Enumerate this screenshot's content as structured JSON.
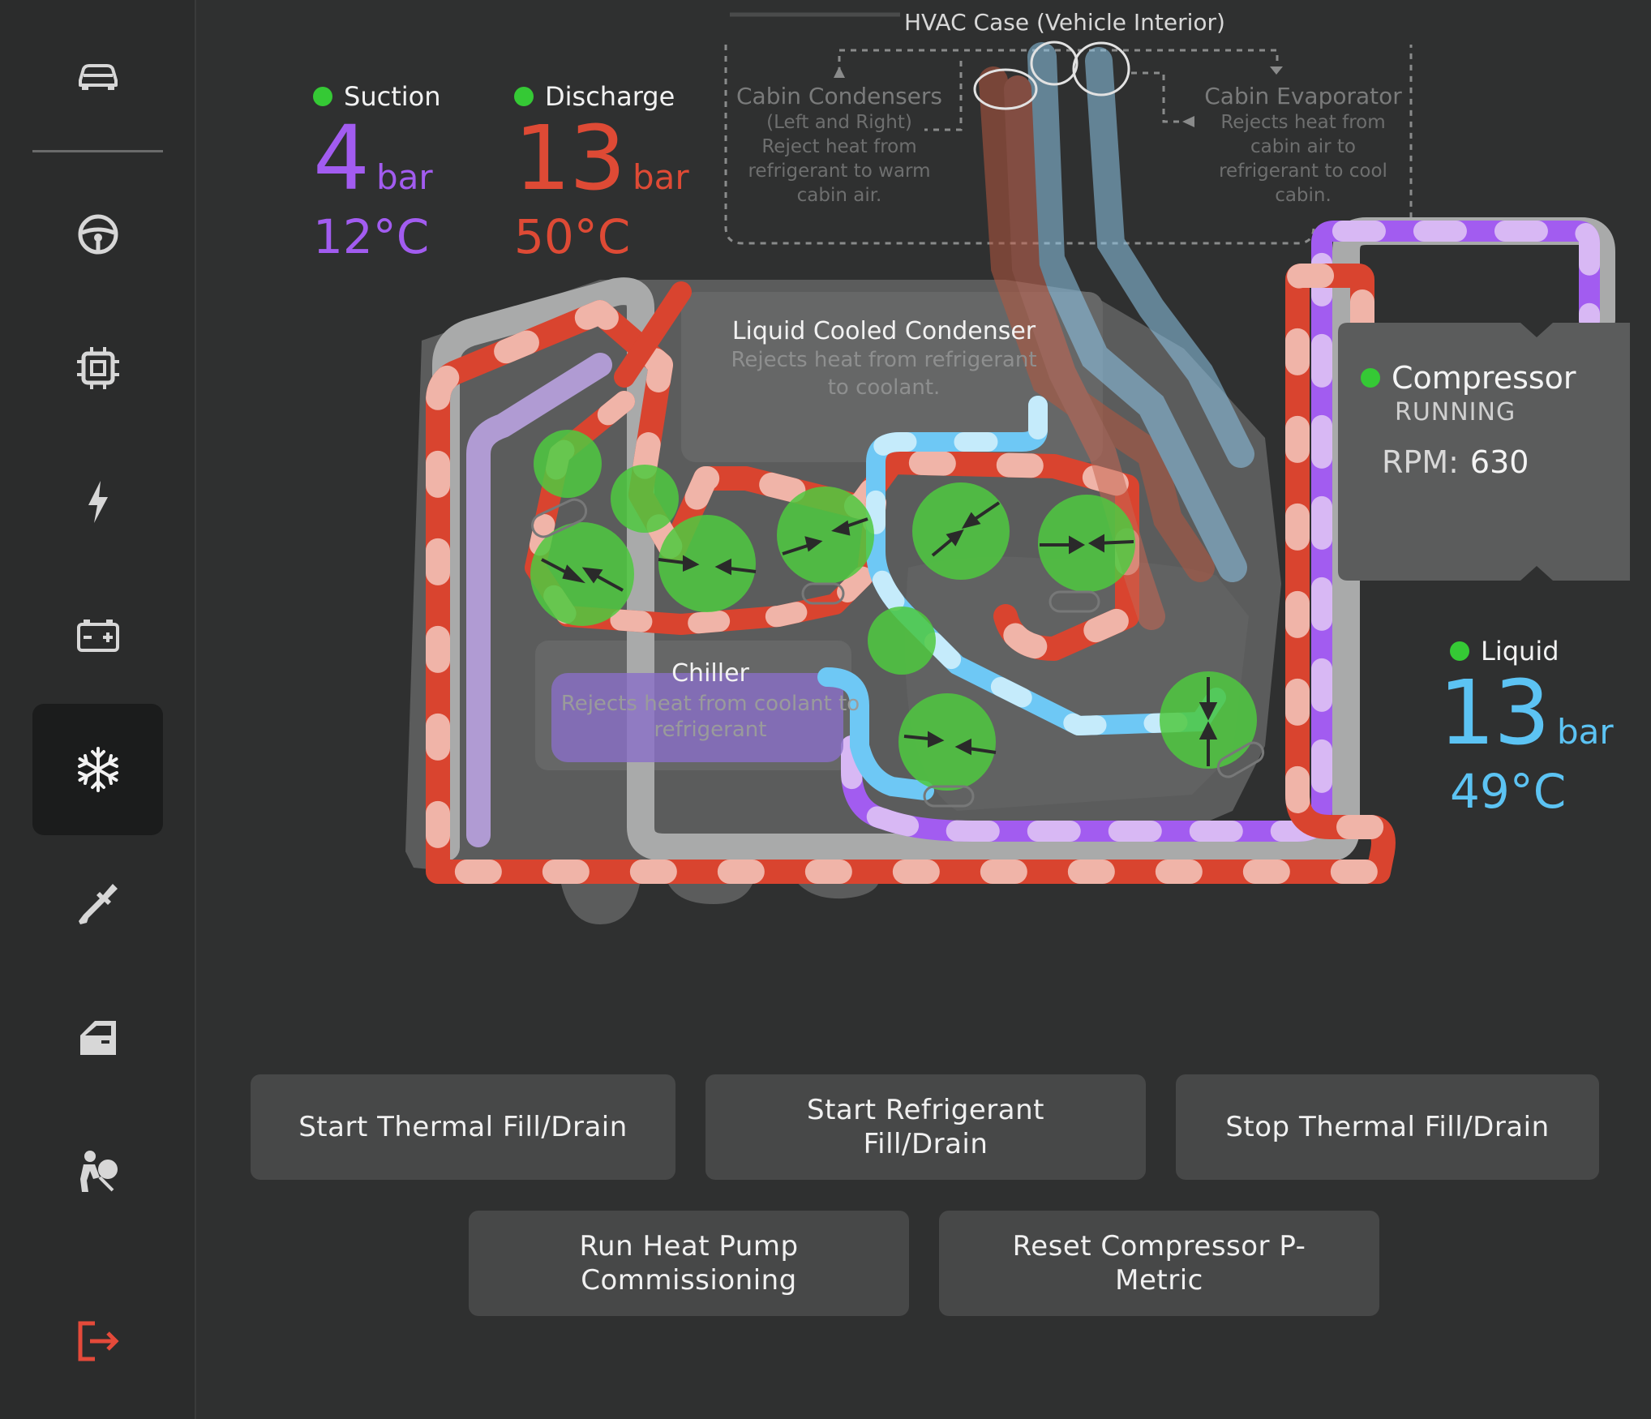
{
  "sidebar": {
    "items": [
      {
        "icon": "car-icon",
        "active": false
      },
      {
        "icon": "steering-wheel-icon",
        "active": false
      },
      {
        "icon": "chip-icon",
        "active": false
      },
      {
        "icon": "lightning-icon",
        "active": false
      },
      {
        "icon": "battery-icon",
        "active": false
      },
      {
        "icon": "snowflake-icon",
        "active": true
      },
      {
        "icon": "wrench-icon",
        "active": false
      },
      {
        "icon": "door-icon",
        "active": false
      },
      {
        "icon": "airbag-icon",
        "active": false
      },
      {
        "icon": "exit-icon",
        "active": false
      }
    ]
  },
  "gauges": {
    "suction": {
      "label": "Suction",
      "value": "4",
      "unit": "bar",
      "temp": "12°C",
      "color": "#a25cf0",
      "status_color": "#35c935"
    },
    "discharge": {
      "label": "Discharge",
      "value": "13",
      "unit": "bar",
      "temp": "50°C",
      "color": "#de4a35",
      "status_color": "#35c935"
    },
    "liquid": {
      "label": "Liquid",
      "value": "13",
      "unit": "bar",
      "temp": "49°C",
      "color": "#5cc3f3",
      "status_color": "#35c935"
    }
  },
  "compressor": {
    "title": "Compressor",
    "status": "RUNNING",
    "rpm_label": "RPM:",
    "rpm_value": "630"
  },
  "diagram": {
    "hvac_case_title": "HVAC Case (Vehicle Interior)",
    "cabin_condensers": {
      "title": "Cabin Condensers",
      "desc": [
        "(Left and Right)",
        "Reject heat from",
        "refrigerant to warm",
        "cabin air."
      ]
    },
    "cabin_evaporator": {
      "title": "Cabin Evaporator",
      "desc": [
        "Rejects heat from",
        "cabin air to",
        "refrigerant to cool",
        "cabin."
      ]
    },
    "liquid_cooled_condenser": {
      "title": "Liquid Cooled Condenser",
      "desc": [
        "Rejects heat from refrigerant",
        "to coolant."
      ]
    },
    "chiller": {
      "title": "Chiller",
      "desc": [
        "Rejects heat from coolant to",
        "refrigerant"
      ]
    }
  },
  "actions": {
    "start_thermal": "Start Thermal Fill/Drain",
    "start_refrigerant": [
      "Start Refrigerant",
      "Fill/Drain"
    ],
    "stop_thermal": "Stop Thermal Fill/Drain",
    "run_heat_pump": [
      "Run Heat Pump",
      "Commissioning"
    ],
    "reset_compressor": [
      "Reset Compressor P-",
      "Metric"
    ]
  },
  "colors": {
    "discharge_red": "#d9442f",
    "suction_purple": "#a25cf0",
    "liquid_blue": "#6ec8f5",
    "valve_green": "#4fc93f",
    "status_green": "#35c935"
  }
}
